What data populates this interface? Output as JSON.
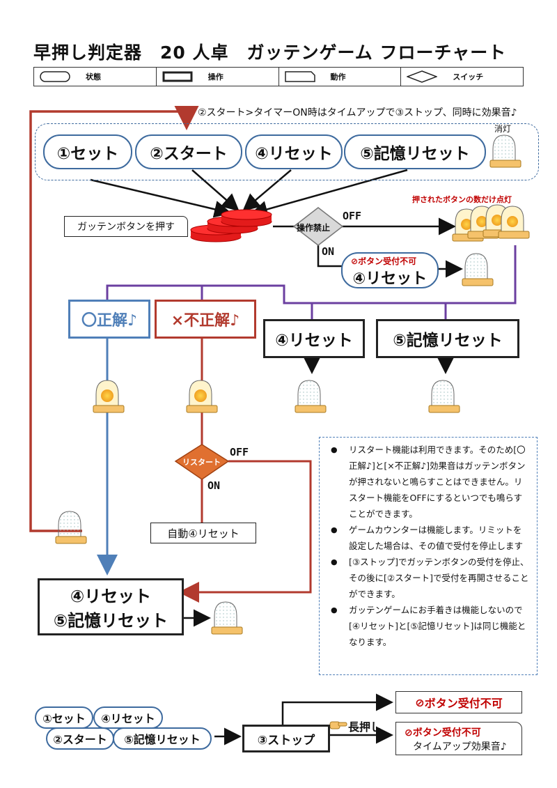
{
  "title": "早押し判定器　20 人卓　ガッテンゲーム フローチャート",
  "legend": [
    {
      "label": "状態"
    },
    {
      "label": "操作"
    },
    {
      "label": "動作"
    },
    {
      "label": "スイッチ"
    }
  ],
  "top_note": "②スタート>タイマーON時はタイムアップで③ストップ、同時に効果音♪",
  "top_buttons": [
    "①セット",
    "②スタート",
    "④リセット",
    "⑤記憶リセット"
  ],
  "lamp_off_label": "消灯",
  "press_label": "ガッテンボタンを押す",
  "prohibit_switch": "操作禁止",
  "off_label": "OFF",
  "on_label": "ON",
  "lamps_on_label": "押されたボタンの数だけ点灯",
  "reject_note": "ボタン受付不可",
  "reject_reset": "④リセット",
  "correct_label": "〇正解♪",
  "incorrect_label": "×不正解♪",
  "mid_reset": "④リセット",
  "mid_memory_reset": "⑤記憶リセット",
  "restart_switch": "リスタート",
  "auto_reset": "自動④リセット",
  "bottom_reset": "④リセット",
  "bottom_memory_reset": "⑤記憶リセット",
  "info_items": [
    "リスタート機能は利用できます。そのため[〇正解♪]と[×不正解♪]効果音はガッテンボタンが押されないと鳴らすことはできません。リスタート機能をOFFにするといつでも鳴らすことができます。",
    "ゲームカウンターは機能します。リミットを設定した場合は、その値で受付を停止します",
    "[③ストップ]でガッテンボタンの受付を停止、その後に[②スタート]で受付を再開させることができます。",
    "ガッテンゲームにお手着きは機能しないので[④リセット]と[⑤記憶リセット]は同じ機能となります。"
  ],
  "bottom_pills": [
    "①セット",
    "④リセット",
    "②スタート",
    "⑤記憶リセット"
  ],
  "stop_label": "③ストップ",
  "long_press": "長押し",
  "reject_box1": "ボタン受付不可",
  "reject_box2": "ボタン受付不可",
  "timeup_sound": "タイムアップ効果音♪",
  "colors": {
    "blue": "#4f7fb8",
    "red_brown": "#b23a2e",
    "purple": "#6b3fa0",
    "switch_red": "#e07030"
  }
}
